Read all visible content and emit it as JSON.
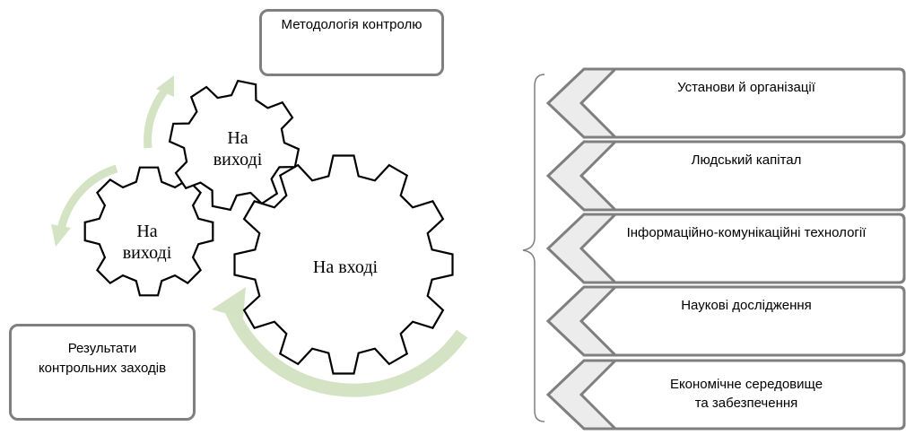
{
  "labels": {
    "methodology": "Методологія контролю",
    "results_line1": "Результати",
    "results_line2": "контрольних заходів",
    "gear_small_top_line1": "На",
    "gear_small_top_line2": "виході",
    "gear_small_left_line1": "На",
    "gear_small_left_line2": "виході",
    "gear_big": "На вході"
  },
  "factors": [
    {
      "line1": "Установи й організації",
      "line2": ""
    },
    {
      "line1": "Людський капітал",
      "line2": ""
    },
    {
      "line1": "Інформаційно-комунікаційні технології",
      "line2": ""
    },
    {
      "line1": "Наукові дослідження",
      "line2": ""
    },
    {
      "line1": "Економічне середовище",
      "line2": "та забезпечення"
    }
  ],
  "colors": {
    "border": "#7f7f7f",
    "arrow": "#d3e3c3",
    "gear_stroke": "#000000",
    "chevron_fill": "#ececec"
  }
}
